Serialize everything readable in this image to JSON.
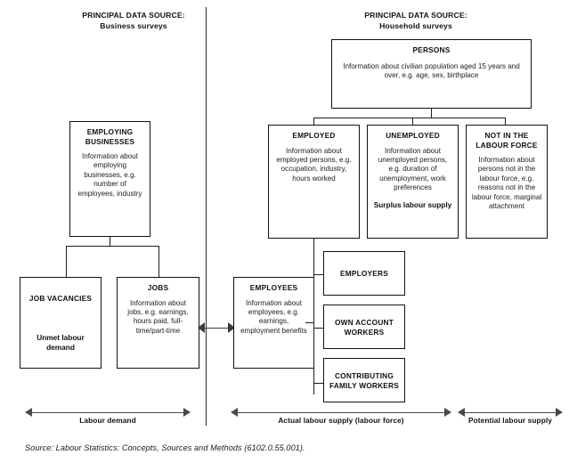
{
  "columns": {
    "left": {
      "label_line1": "PRINCIPAL DATA SOURCE:",
      "label_line2": "Business surveys"
    },
    "right": {
      "label_line1": "PRINCIPAL DATA SOURCE:",
      "label_line2": "Household surveys"
    }
  },
  "boxes": {
    "persons": {
      "title": "PERSONS",
      "body": "Information about civilian population aged 15 years and over, e.g. age, sex, birthplace"
    },
    "employing_businesses": {
      "title": "EMPLOYING BUSINESSES",
      "body": "Information about employing businesses, e.g. number of employees, industry"
    },
    "employed": {
      "title": "EMPLOYED",
      "body": "Information about employed persons, e.g. occupation, industry, hours worked"
    },
    "unemployed": {
      "title": "UNEMPLOYED",
      "body": "Information about unemployed persons, e.g. duration of unemployment, work preferences",
      "emphasis": "Surplus labour supply"
    },
    "not_in_labour_force": {
      "title": "NOT IN THE LABOUR FORCE",
      "body": "Information about persons not in the labour force, e.g. reasons not in the labour force, marginal attachment"
    },
    "job_vacancies": {
      "title": "JOB VACANCIES",
      "emphasis": "Unmet labour demand"
    },
    "jobs": {
      "title": "JOBS",
      "body": "Information about jobs, e.g. earnings, hours paid, full-time/part-time"
    },
    "employees": {
      "title": "EMPLOYEES",
      "body": "Information about employees, e.g. earnings, employment benefits"
    },
    "employers": {
      "title": "EMPLOYERS"
    },
    "own_account_workers": {
      "title": "OWN ACCOUNT WORKERS"
    },
    "contributing_family_workers": {
      "title": "CONTRIBUTING FAMILY WORKERS"
    }
  },
  "measures": {
    "labour_demand": "Labour demand",
    "actual_labour_supply": "Actual labour supply (labour force)",
    "potential_labour_supply": "Potential labour supply"
  },
  "source": "Source: Labour Statistics: Concepts, Sources and Methods (6102.0.55.001).",
  "colors": {
    "box_border": "#111111",
    "text": "#1a1a1a",
    "connector": "#1d1d1d",
    "arrow": "#4a4a4a",
    "background": "#ffffff"
  }
}
